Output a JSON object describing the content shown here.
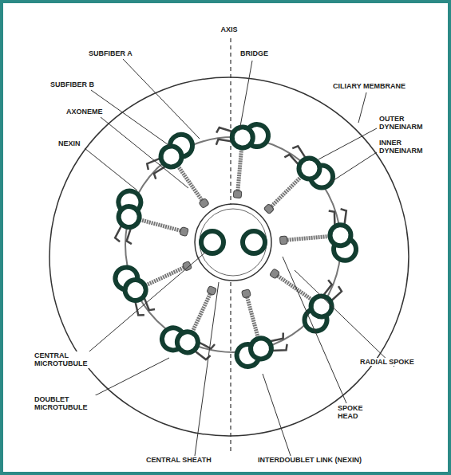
{
  "diagram": {
    "labels": [
      "AXIS",
      "SUBFIBER A",
      "BRIDGE",
      "SUBFIBER B",
      "CILIARY MEMBRANE",
      "AXONEME",
      "OUTER DYNEINARM",
      "INNER DYNEINARM",
      "NEXIN",
      "CENTRAL MICROTUBULE",
      "RADIAL SPOKE",
      "DOUBLET MICROTUBULE",
      "SPOKE HEAD",
      "CENTRAL SHEATH",
      "INTERDOUBLET LINK (NEXIN)"
    ]
  }
}
